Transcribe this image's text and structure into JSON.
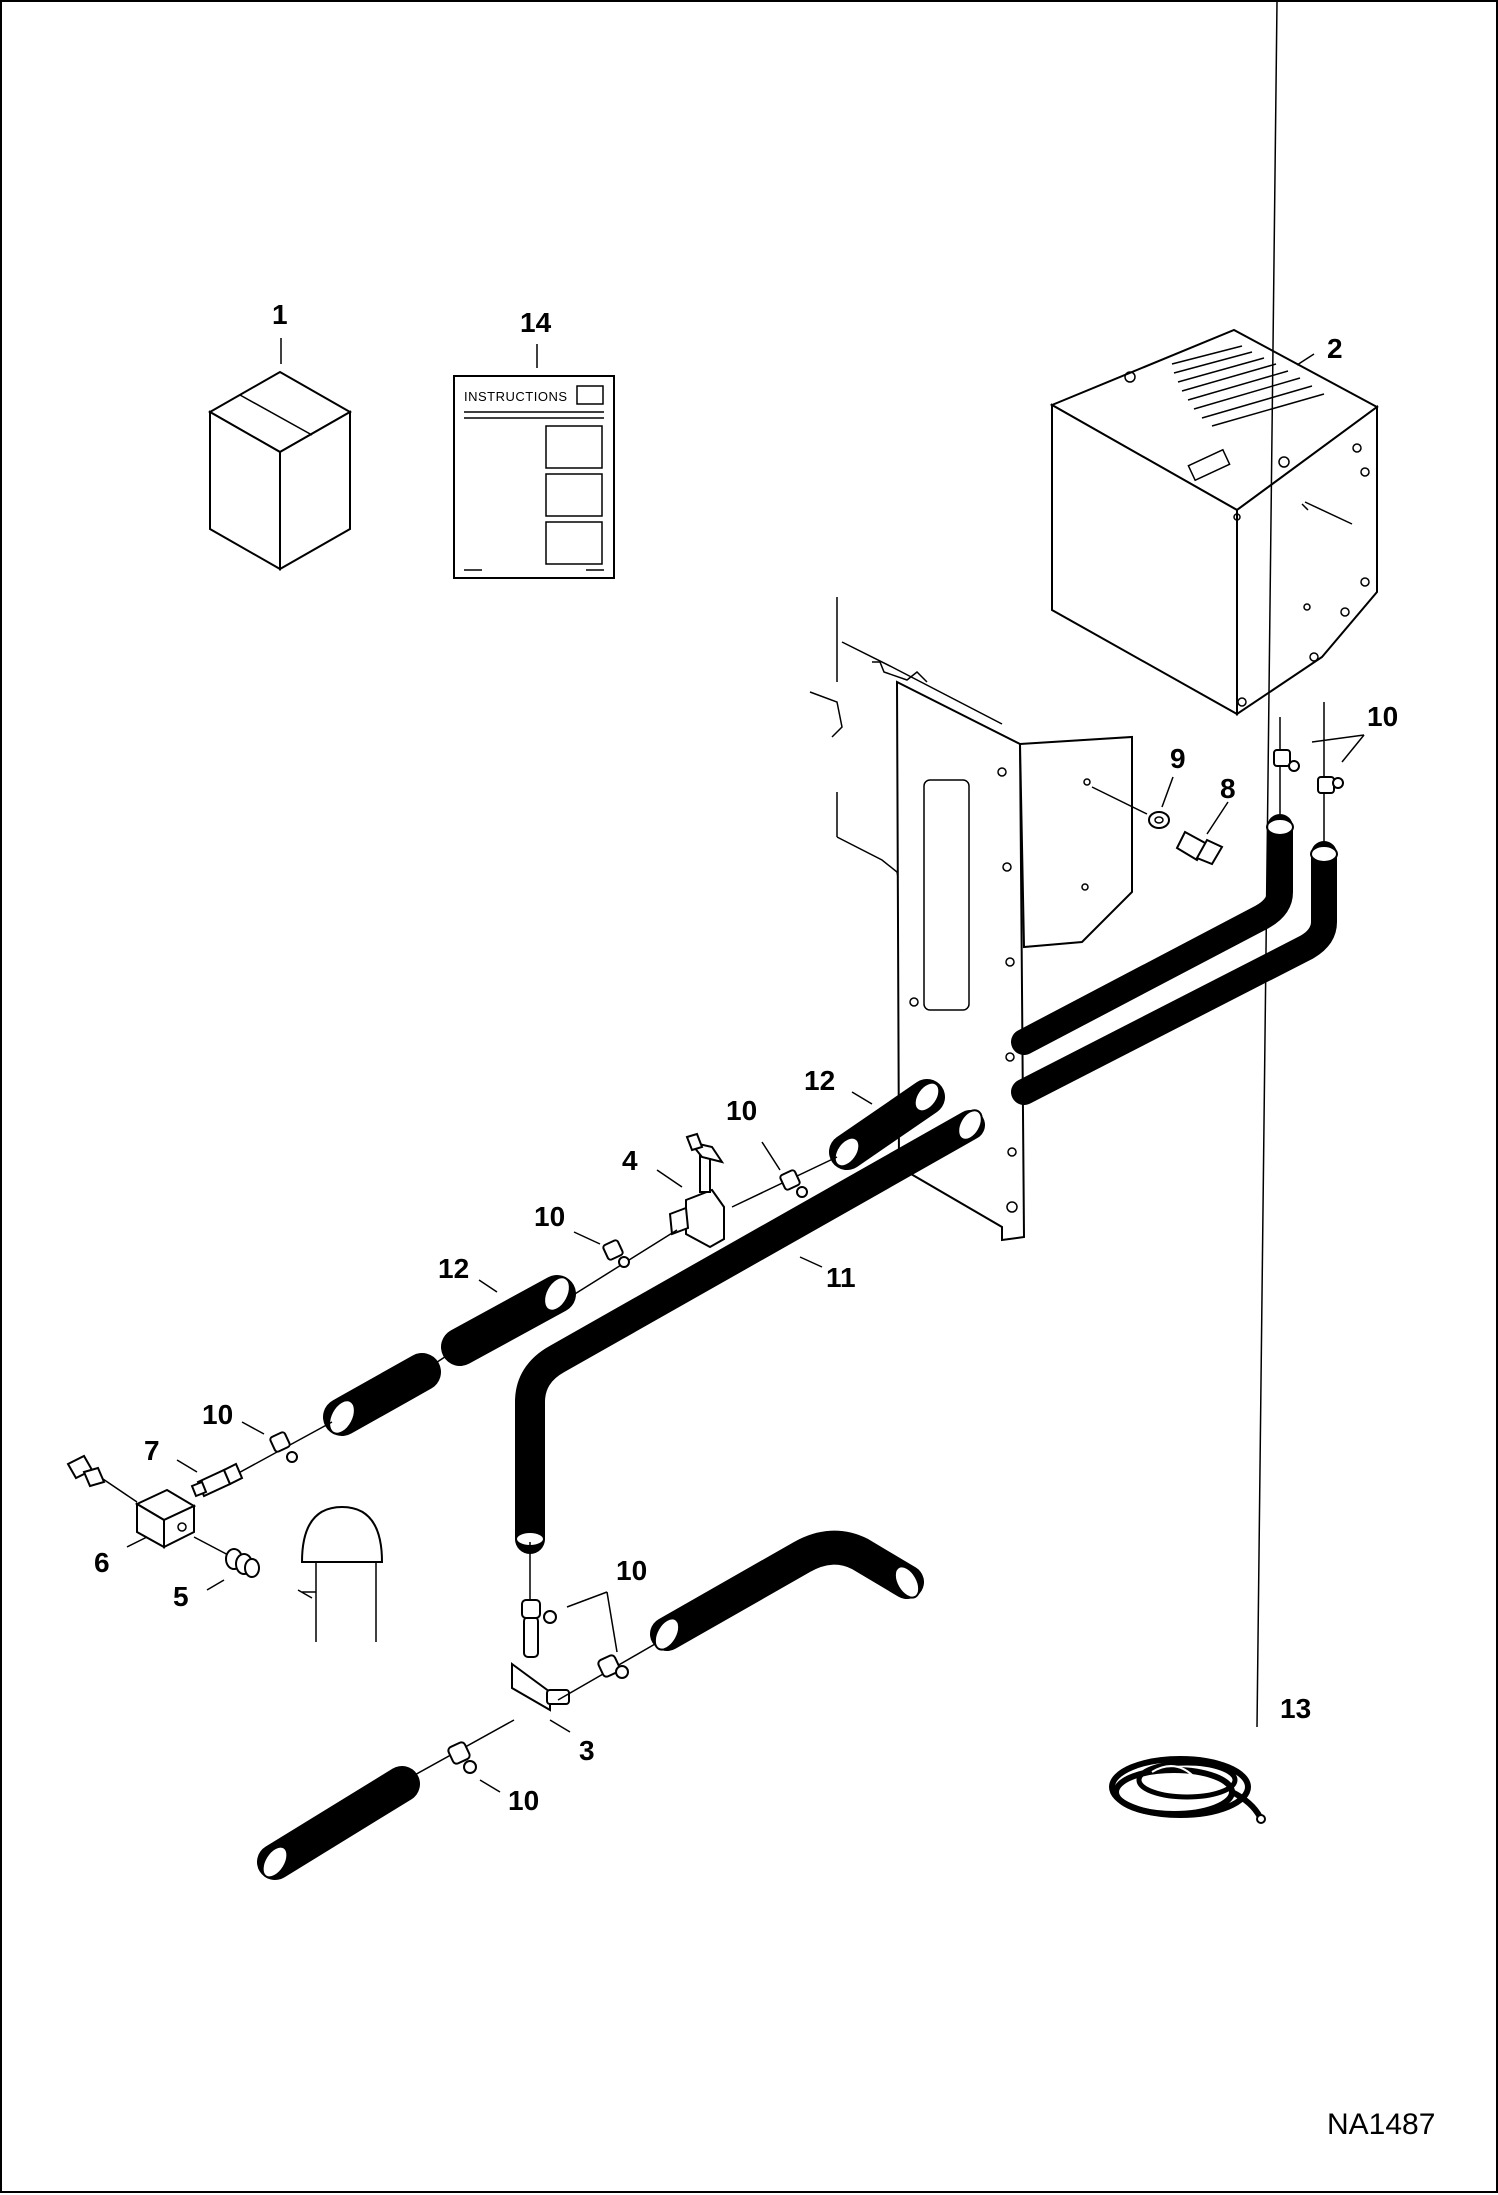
{
  "document_id": "NA1487",
  "instructions_sheet_label": "INSTRUCTIONS",
  "callouts": {
    "c1": "1",
    "c14": "14",
    "c2": "2",
    "c10_a": "10",
    "c9": "9",
    "c8": "8",
    "c12_a": "12",
    "c10_b": "10",
    "c4": "4",
    "c10_c": "10",
    "c11": "11",
    "c12_b": "12",
    "c10_d": "10",
    "c7": "7",
    "c6": "6",
    "c5": "5",
    "c10_e": "10",
    "c3": "3",
    "c10_f": "10",
    "c13": "13"
  }
}
